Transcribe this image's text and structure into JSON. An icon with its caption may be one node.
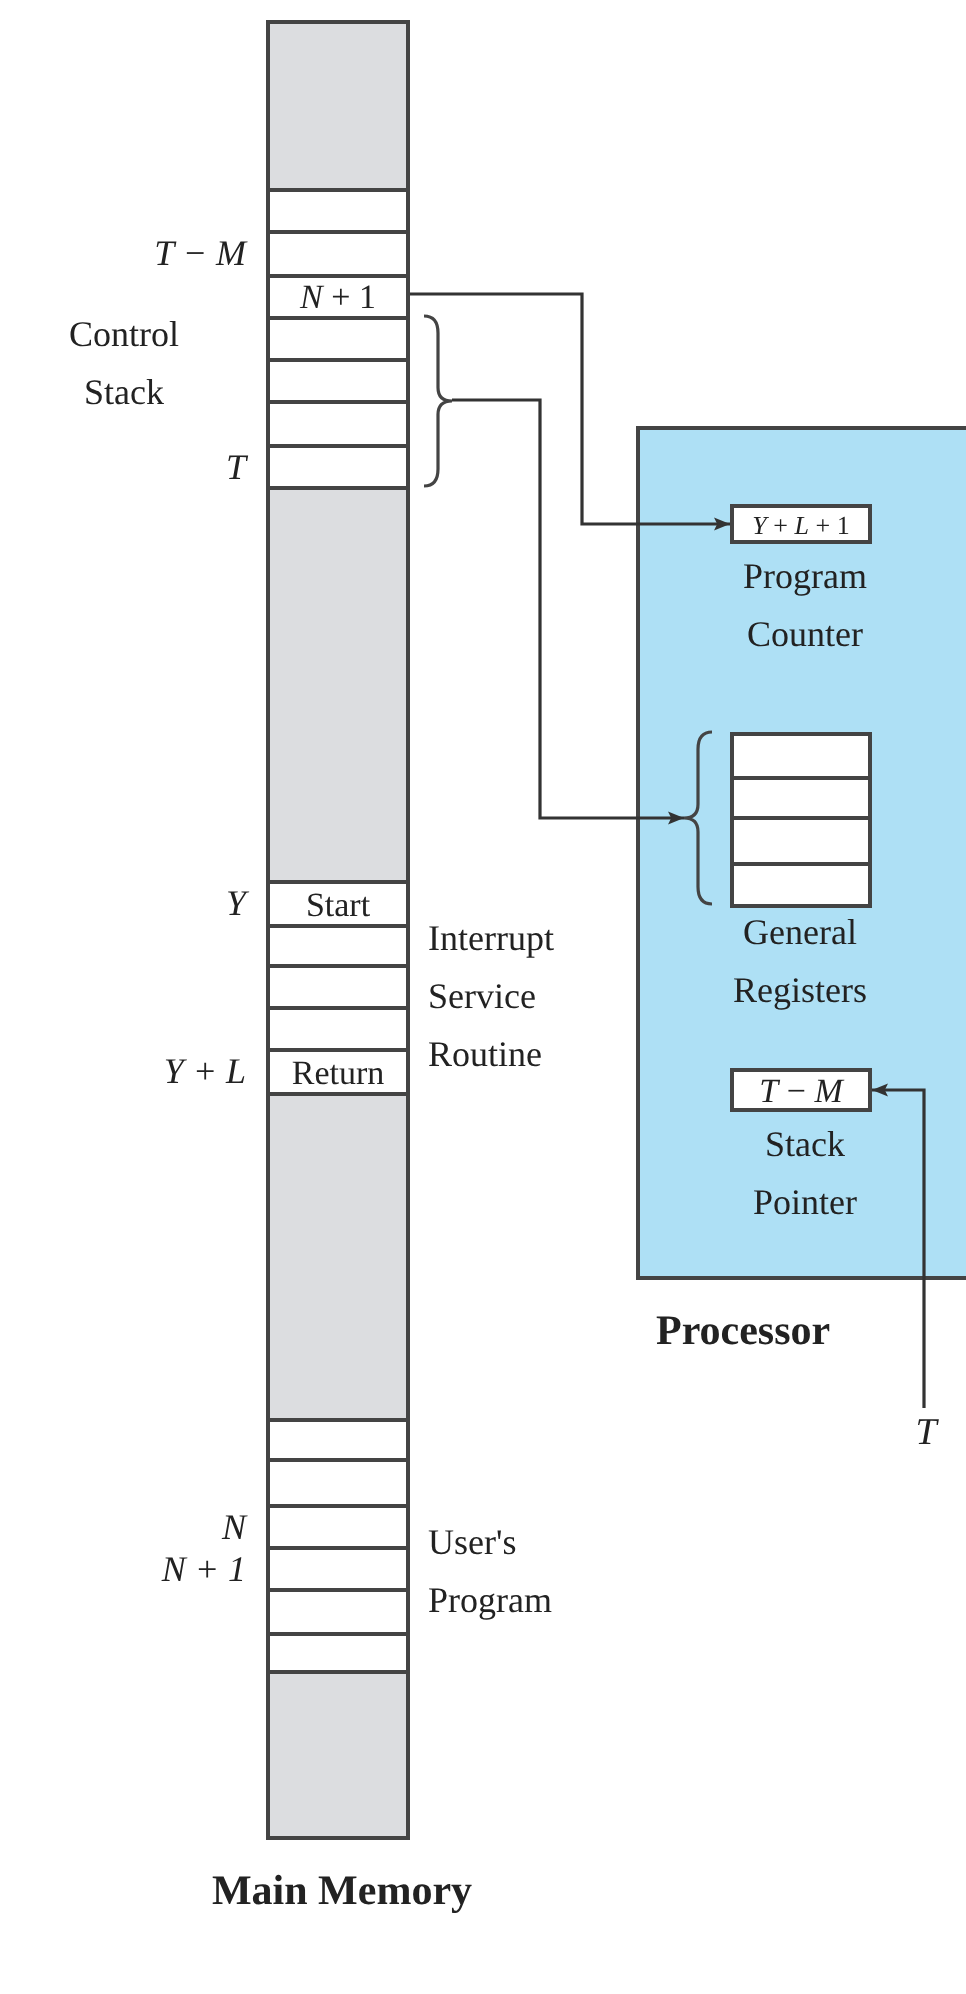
{
  "diagram": {
    "nodes": [
      {
        "text": [
          "Main Memory"
        ]
      },
      {
        "text": [],
        "shape": "box",
        "in": 0
      },
      {
        "text": [],
        "shape": "box",
        "in": 0,
        "beside": [
          "T − M"
        ]
      },
      {
        "text": [
          "*N* + 1"
        ],
        "in": 0
      },
      {
        "text": [],
        "shape": "box",
        "in": 0
      },
      {
        "text": [],
        "shape": "box",
        "in": 0
      },
      {
        "text": [],
        "shape": "box",
        "in": 0
      },
      {
        "text": [],
        "shape": "box",
        "in": 0,
        "beside": [
          "T"
        ]
      },
      {
        "text": [
          "Start"
        ],
        "in": 0,
        "beside": [
          "Y"
        ]
      },
      {
        "text": [],
        "shape": "box",
        "in": 0
      },
      {
        "text": [],
        "shape": "box",
        "in": 0
      },
      {
        "text": [],
        "shape": "box",
        "in": 0
      },
      {
        "text": [
          "Return"
        ],
        "in": 0,
        "beside": [
          "Y + L"
        ]
      },
      {
        "text": [],
        "shape": "box",
        "in": 0
      },
      {
        "text": [],
        "shape": "box",
        "in": 0
      },
      {
        "text": [],
        "shape": "box",
        "in": 0,
        "beside": [
          "N"
        ]
      },
      {
        "text": [],
        "shape": "box",
        "in": 0,
        "beside": [
          "N + 1"
        ]
      },
      {
        "text": [],
        "shape": "box",
        "in": 0
      },
      {
        "text": [],
        "shape": "box",
        "in": 0
      },
      {
        "text": [],
        "shape": "brace"
      },
      {
        "text": [
          "Processor"
        ]
      },
      {
        "text": [
          "*Y* + *L* + 1",
          "Program Counter"
        ],
        "in": 20
      },
      {
        "text": [],
        "shape": "brace",
        "in": 20
      },
      {
        "text": [],
        "shape": "box",
        "in": 20
      },
      {
        "text": [],
        "shape": "box",
        "in": 20
      },
      {
        "text": [],
        "shape": "box",
        "in": 20
      },
      {
        "text": [],
        "shape": "box",
        "in": 20
      },
      {
        "text": [
          "*T* − *M*",
          "Stack Pointer"
        ],
        "in": 20
      },
      {
        "text": [
          "T"
        ]
      }
    ],
    "edges": [
      {
        "from": 3,
        "to": 21,
        "arrow": "to"
      },
      {
        "from": 19,
        "to": 22,
        "arrow": "to"
      },
      {
        "from": 28,
        "to": 27,
        "arrow": "to"
      }
    ],
    "labels": [
      "Control Stack",
      "Interrupt Service Routine",
      "User's Program",
      "General Registers"
    ]
  }
}
